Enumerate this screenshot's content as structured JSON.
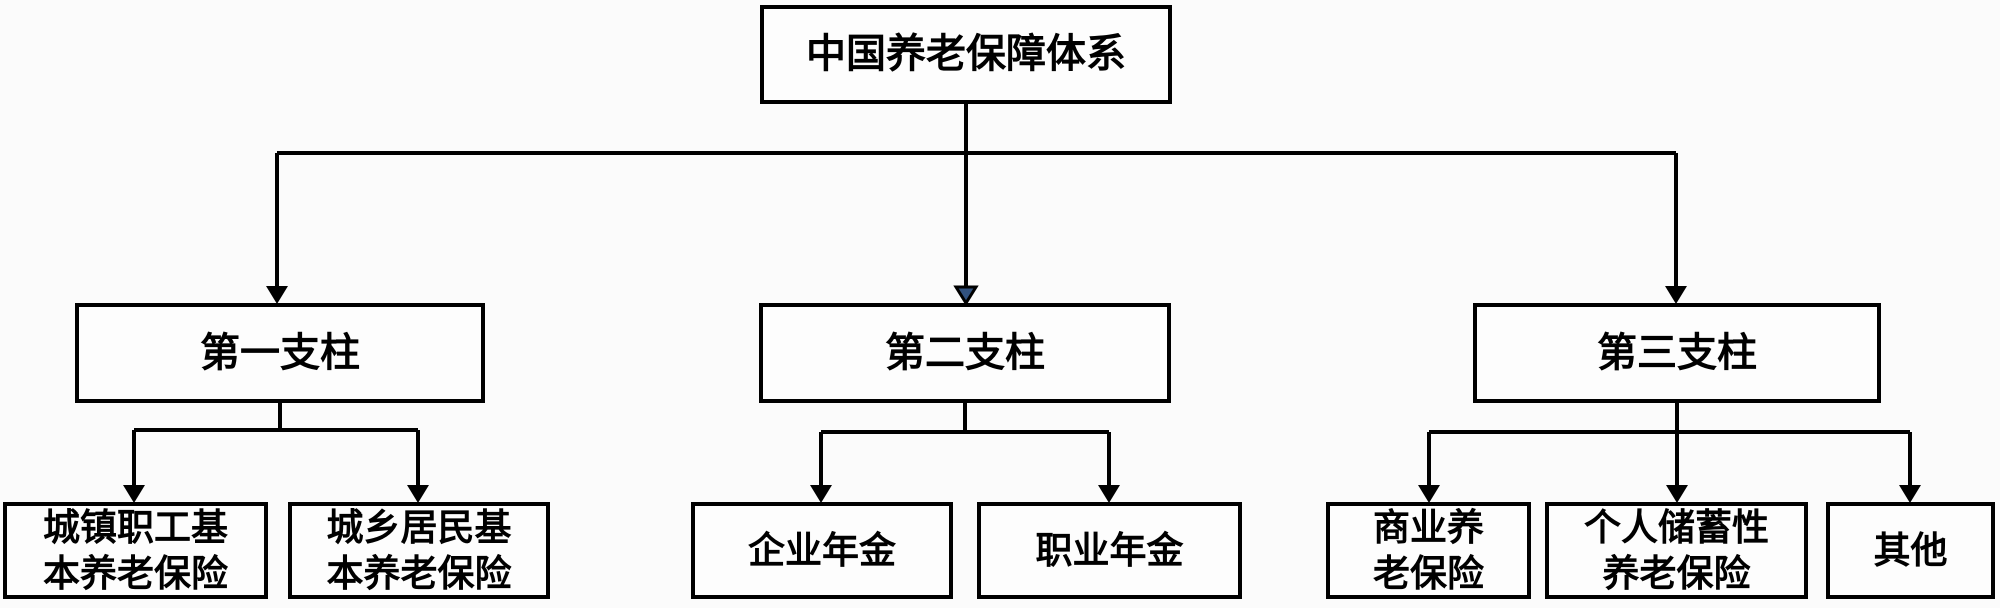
{
  "diagram": {
    "type": "org-tree",
    "root": {
      "label": "中国养老保障体系"
    },
    "pillars": [
      {
        "label": "第一支柱",
        "children": [
          {
            "lines": [
              "城镇职工基",
              "本养老保险"
            ]
          },
          {
            "lines": [
              "城乡居民基",
              "本养老保险"
            ]
          }
        ]
      },
      {
        "label": "第二支柱",
        "children": [
          {
            "lines": [
              "企业年金"
            ]
          },
          {
            "lines": [
              "职业年金"
            ]
          }
        ]
      },
      {
        "label": "第三支柱",
        "children": [
          {
            "lines": [
              "商业养",
              "老保险"
            ]
          },
          {
            "lines": [
              "个人储蓄性",
              "养老保险"
            ]
          },
          {
            "lines": [
              "其他"
            ]
          }
        ]
      }
    ]
  },
  "colors": {
    "line": "#000000",
    "box_border": "#000000",
    "box_fill": "#fdfdfd",
    "background": "#fbfbfb",
    "text": "#000000",
    "accent_arrowhead": "#31517e"
  }
}
